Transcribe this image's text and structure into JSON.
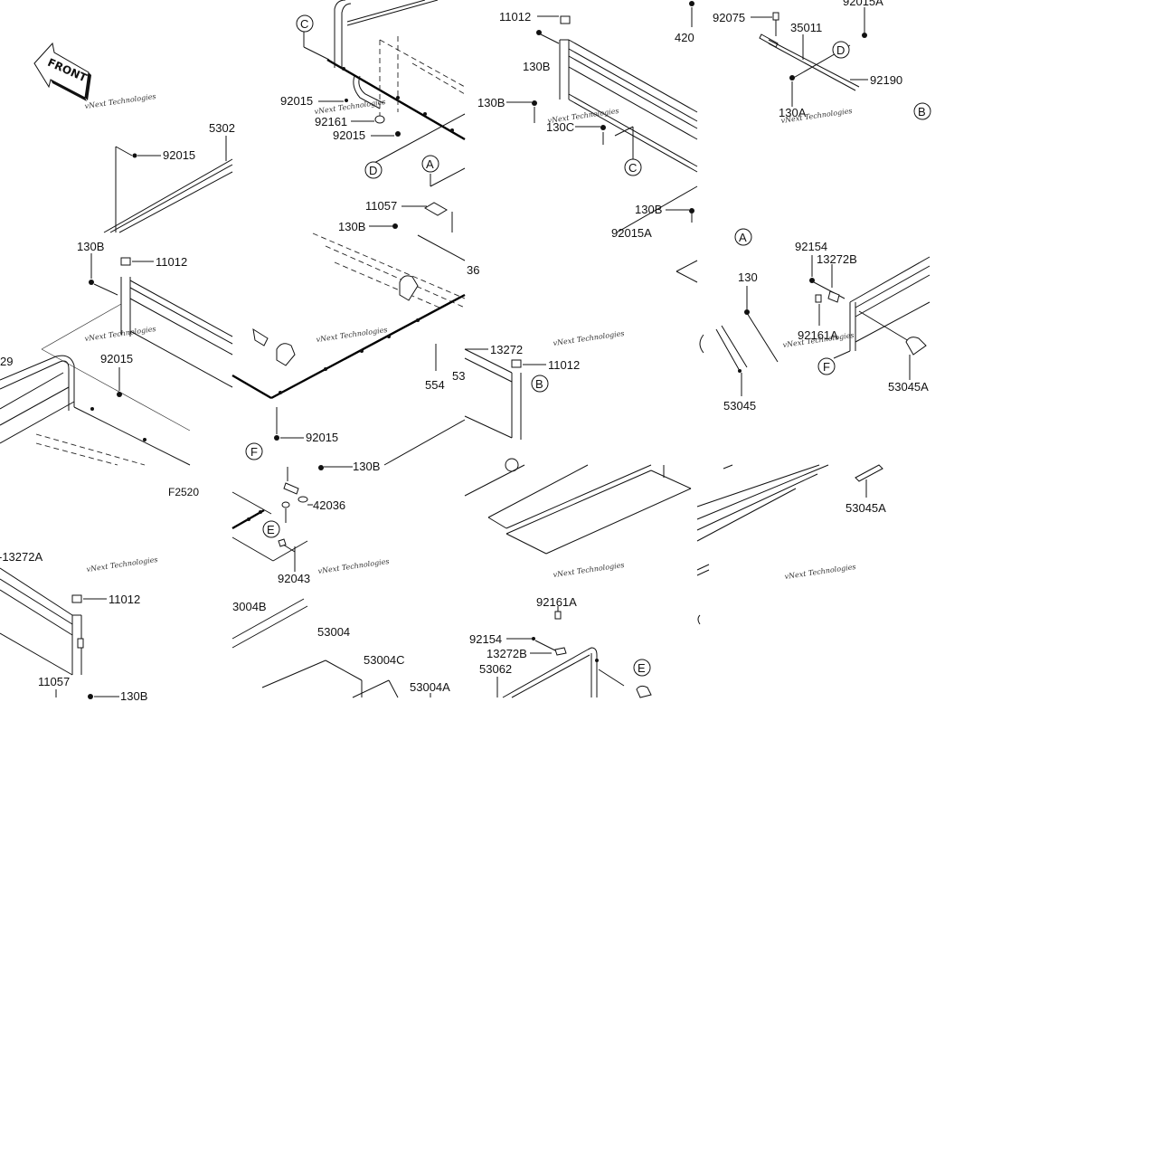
{
  "figure_code": "F2520",
  "front_label": "FRONT",
  "watermark": "vNext Technologies",
  "callouts": {
    "A": "A",
    "B": "B",
    "C": "C",
    "D": "D",
    "E": "E",
    "F": "F"
  },
  "parts": {
    "p11012": "11012",
    "p11057": "11057",
    "p130": "130",
    "p130A": "130A",
    "p130B": "130B",
    "p130C": "130C",
    "p13272": "13272",
    "p13272A": "-13272A",
    "p13272B": "13272B",
    "p35011": "35011",
    "p42036": "42036",
    "p420": "420",
    "p53004": "53004",
    "p53004A": "53004A",
    "p53004B": "3004B",
    "p53004C": "53004C",
    "p53045": "53045",
    "p53045A": "53045A",
    "p53062": "53062",
    "p5302": "5302",
    "p53_frag": "53",
    "p554": "554",
    "p36": "36",
    "p29": "29",
    "p92015": "92015",
    "p92015A": "92015A",
    "p92043": "92043",
    "p92075": "92075",
    "p92154": "92154",
    "p92161": "92161",
    "p92161A": "92161A",
    "p92190": "92190"
  }
}
